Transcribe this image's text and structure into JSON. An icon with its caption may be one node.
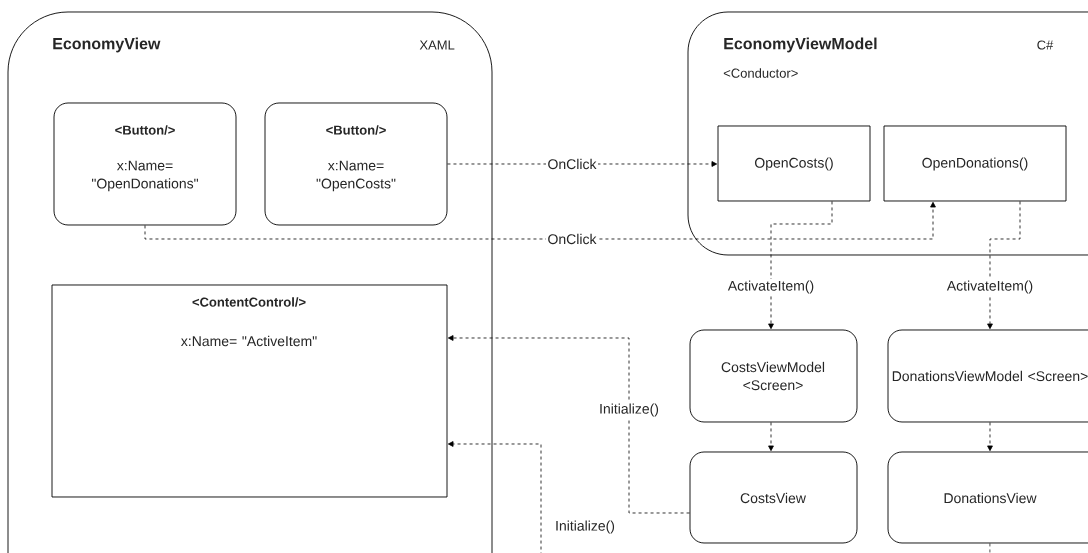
{
  "diagram": {
    "nodes": [
      {
        "text": [
          "EconomyView",
          "XAML"
        ]
      },
      {
        "text": [
          "<Button/>",
          "x:Name= \"OpenDonations\""
        ],
        "in": 0
      },
      {
        "text": [
          "<Button/>",
          "x:Name= \"OpenCosts\""
        ],
        "in": 0
      },
      {
        "text": [
          "<ContentControl/>",
          "x:Name= \"ActiveItem\""
        ],
        "in": 0
      },
      {
        "text": [
          "EconomyViewModel",
          "C#",
          "<Conductor>"
        ]
      },
      {
        "text": [
          "OpenCosts()"
        ],
        "in": 4
      },
      {
        "text": [
          "OpenDonations()"
        ],
        "in": 4
      },
      {
        "text": [
          "CostsViewModel <Screen>"
        ]
      },
      {
        "text": [
          "DonationsViewModel <Screen>"
        ]
      },
      {
        "text": [
          "CostsView"
        ]
      },
      {
        "text": [
          "DonationsView"
        ]
      }
    ],
    "edges": [
      {
        "from": 2,
        "to": 5,
        "arrow": "to",
        "label": "OnClick",
        "style": "dashed"
      },
      {
        "from": 1,
        "to": 6,
        "arrow": "to",
        "label": "OnClick",
        "style": "dashed"
      },
      {
        "from": 5,
        "to": 7,
        "arrow": "to",
        "label": "ActivateItem()",
        "style": "dashed"
      },
      {
        "from": 6,
        "to": 8,
        "arrow": "to",
        "label": "ActivateItem()",
        "style": "dashed"
      },
      {
        "from": 7,
        "to": 9,
        "arrow": "to",
        "style": "dashed"
      },
      {
        "from": 8,
        "to": 10,
        "arrow": "to",
        "style": "dashed"
      },
      {
        "from": 9,
        "to": 3,
        "arrow": "to",
        "label": "Initialize()",
        "style": "dashed"
      },
      {
        "from": 10,
        "to": 3,
        "arrow": "to",
        "label": "Initialize()",
        "style": "dashed"
      }
    ]
  }
}
